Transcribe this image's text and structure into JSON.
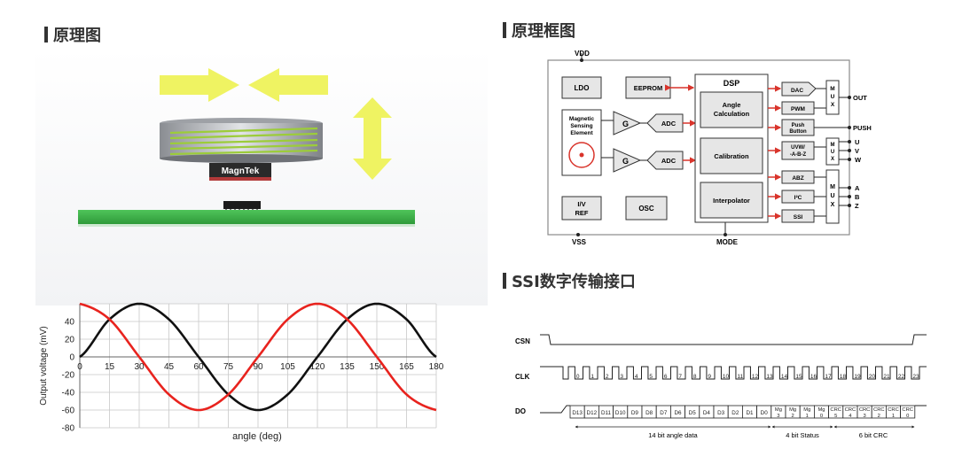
{
  "headings": {
    "principle": "原理图",
    "block": "原理框图",
    "ssi": "SSI数字传输接口"
  },
  "principle": {
    "brand": "MagnTek"
  },
  "block_diagram": {
    "vdd": "VDD",
    "vss": "VSS",
    "mode": "MODE",
    "ldo": "LDO",
    "eeprom": "EEPROM",
    "dsp": "DSP",
    "sensing": [
      "Magnetic",
      "Sensing",
      "Element"
    ],
    "g": "G",
    "adc": "ADC",
    "angle": [
      "Angle",
      "Calculation"
    ],
    "calibration": "Calibration",
    "interpolator": "Interpolator",
    "iv": [
      "I/V",
      "REF"
    ],
    "osc": "OSC",
    "dac": "DAC",
    "pwm": "PWM",
    "push_button": [
      "Push",
      "Button"
    ],
    "uvw": [
      "UVW/",
      "-A-B-Z"
    ],
    "abz": "ABZ",
    "i2c": "I²C",
    "ssi": "SSI",
    "mux": [
      "M",
      "U",
      "X"
    ],
    "out": "OUT",
    "push": "PUSH",
    "uvw_pins": [
      "U",
      "V",
      "W"
    ],
    "abz_pins": [
      "A",
      "B",
      "Z"
    ]
  },
  "ssi_diagram": {
    "csn": "CSN",
    "clk": "CLK",
    "do": "DO",
    "clk_numbers": [
      "0",
      "1",
      "2",
      "3",
      "4",
      "5",
      "6",
      "7",
      "8",
      "9",
      "10",
      "11",
      "12",
      "13",
      "14",
      "15",
      "16",
      "17",
      "18",
      "19",
      "20",
      "21",
      "22",
      "23"
    ],
    "do_bits": [
      [
        "D13"
      ],
      [
        "D12"
      ],
      [
        "D11"
      ],
      [
        "D10"
      ],
      [
        "D9"
      ],
      [
        "D8"
      ],
      [
        "D7"
      ],
      [
        "D6"
      ],
      [
        "D5"
      ],
      [
        "D4"
      ],
      [
        "D3"
      ],
      [
        "D2"
      ],
      [
        "D1"
      ],
      [
        "D0"
      ],
      [
        "Mg",
        "3"
      ],
      [
        "Mg",
        "2"
      ],
      [
        "Mg",
        "1"
      ],
      [
        "Mg",
        "0"
      ],
      [
        "CRC",
        "5"
      ],
      [
        "CRC",
        "4"
      ],
      [
        "CRC",
        "3"
      ],
      [
        "CRC",
        "2"
      ],
      [
        "CRC",
        "1"
      ],
      [
        "CRC",
        "0"
      ]
    ],
    "label_angle": "14 bit angle data",
    "label_status": "4 bit Status",
    "label_crc": "6 bit CRC"
  },
  "chart_data": {
    "type": "line",
    "xlabel": "angle (deg)",
    "ylabel": "Output voltage  (mV)",
    "xlim": [
      0,
      180
    ],
    "ylim": [
      -80,
      60
    ],
    "xticks": [
      0,
      15,
      30,
      45,
      60,
      75,
      90,
      105,
      120,
      135,
      150,
      165,
      180
    ],
    "yticks": [
      -80,
      -60,
      -40,
      -20,
      0,
      20,
      40
    ],
    "grid": true,
    "series": [
      {
        "color": "#111111",
        "x": [
          0,
          15,
          30,
          45,
          60,
          75,
          90,
          105,
          120,
          135,
          150,
          165,
          180
        ],
        "y": [
          0,
          42.4,
          60,
          42.4,
          0,
          -42.4,
          -60,
          -42.4,
          0,
          42.4,
          60,
          42.4,
          0
        ]
      },
      {
        "color": "#e8231e",
        "x": [
          0,
          15,
          30,
          45,
          60,
          75,
          90,
          105,
          120,
          135,
          150,
          165,
          180
        ],
        "y": [
          60,
          42.4,
          0,
          -42.4,
          -60,
          -42.4,
          0,
          42.4,
          60,
          42.4,
          0,
          -42.4,
          -60
        ]
      }
    ]
  }
}
